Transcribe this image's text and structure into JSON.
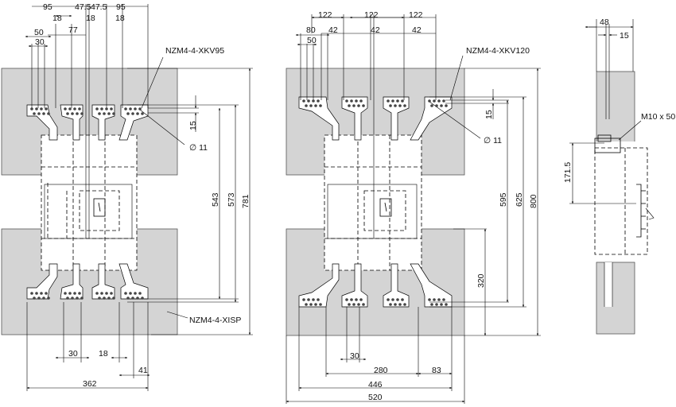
{
  "labels": {
    "xkv95": "NZM4-4-XKV95",
    "xkv120": "NZM4-4-XKV120",
    "xisp": "NZM4-4-XISP",
    "hole1": "∅ 11",
    "hole2": "∅ 11",
    "bolt": "M10 x 50"
  },
  "dims": {
    "left": {
      "d95a": "95",
      "d47a": "47.5",
      "d47b": "47.5",
      "d95b": "95",
      "d18a": "18",
      "d18b": "18",
      "d18c": "18",
      "d77": "77",
      "d50": "50",
      "d30": "30",
      "d15": "15",
      "d543": "543",
      "d573": "573",
      "d781": "781",
      "d30b": "30",
      "d18d": "18",
      "d41": "41",
      "d362": "362"
    },
    "middle": {
      "d122a": "122",
      "d122b": "122",
      "d122c": "122",
      "d80": "80",
      "d42a": "42",
      "d42b": "42",
      "d42c": "42",
      "d50": "50",
      "d15": "15",
      "d595": "595",
      "d625": "625",
      "d800": "800",
      "d320": "320",
      "d30": "30",
      "d280": "280",
      "d83": "83",
      "d446": "446",
      "d520": "520"
    },
    "right": {
      "d48": "48",
      "d15": "15",
      "d171": "171.5"
    }
  }
}
